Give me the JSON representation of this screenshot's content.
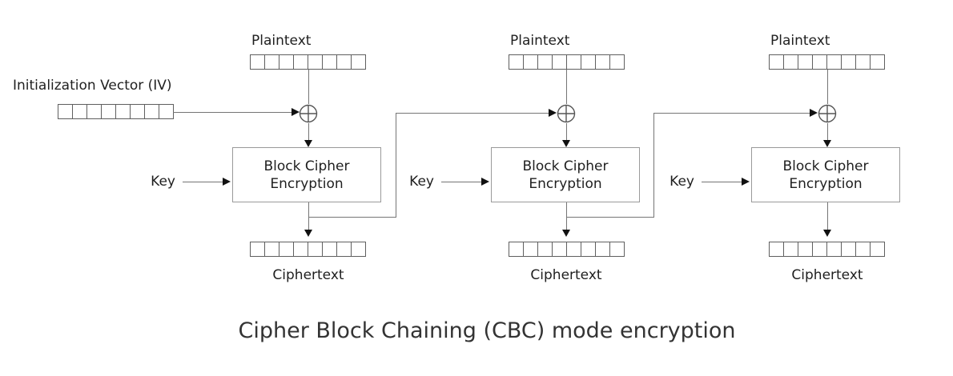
{
  "title": "Cipher Block Chaining (CBC) mode encryption",
  "iv": {
    "label": "Initialization Vector (IV)"
  },
  "block_cells": 8,
  "icons": {
    "xor": "xor-plus-circle"
  },
  "colors": {
    "background": "#ffffff",
    "text": "#1f1f1f",
    "title": "#333333",
    "connector_line": "#757575",
    "arrowhead": "#111111",
    "cell_border": "#5f5f5f",
    "box_border": "#9a9a9a"
  },
  "units": [
    {
      "plaintext": "Plaintext",
      "key": "Key",
      "box_line1": "Block Cipher",
      "box_line2": "Encryption",
      "ciphertext": "Ciphertext"
    },
    {
      "plaintext": "Plaintext",
      "key": "Key",
      "box_line1": "Block Cipher",
      "box_line2": "Encryption",
      "ciphertext": "Ciphertext"
    },
    {
      "plaintext": "Plaintext",
      "key": "Key",
      "box_line1": "Block Cipher",
      "box_line2": "Encryption",
      "ciphertext": "Ciphertext"
    }
  ]
}
